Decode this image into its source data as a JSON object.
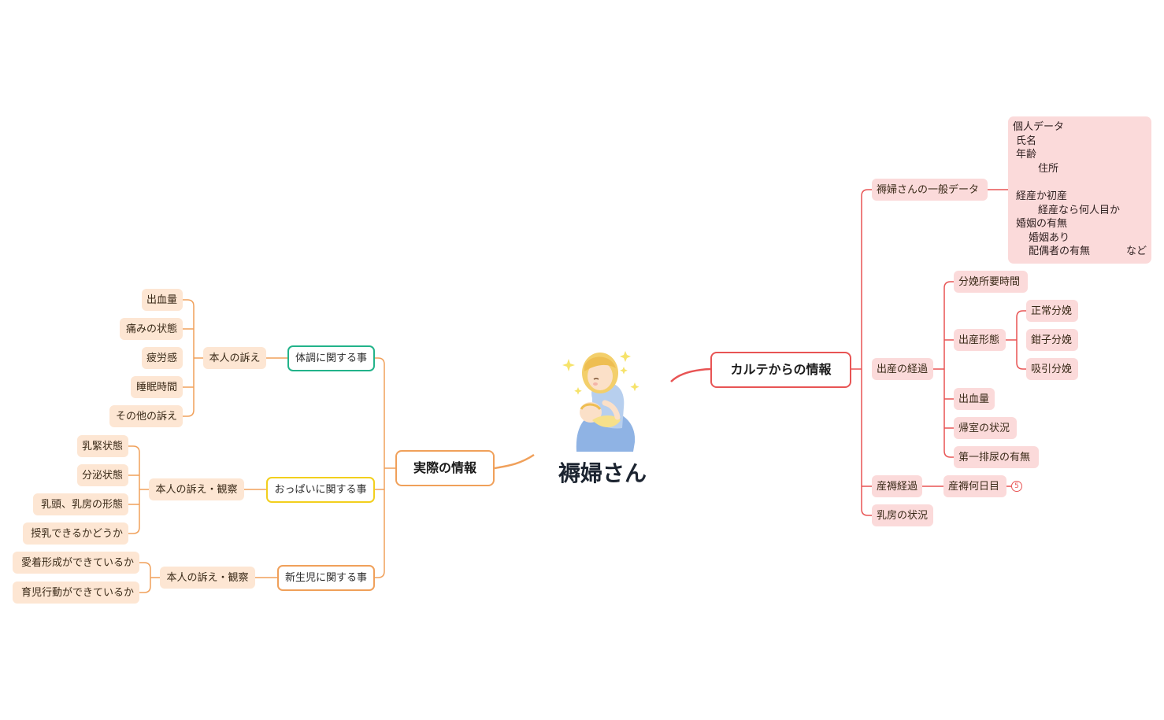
{
  "root": {
    "label": "褥婦さん"
  },
  "left_branch": {
    "label": "実際の情報",
    "groups": [
      {
        "label": "体調に関する事",
        "sub": "本人の訴え",
        "items": [
          "出血量",
          "痛みの状態",
          "疲労感",
          "睡眠時間",
          "その他の訴え"
        ]
      },
      {
        "label": "おっぱいに関する事",
        "sub": "本人の訴え・観察",
        "items": [
          "乳緊状態",
          "分泌状態",
          "乳頭、乳房の形態",
          "授乳できるかどうか"
        ]
      },
      {
        "label": "新生児に関する事",
        "sub": "本人の訴え・観察",
        "items": [
          "愛着形成ができているか",
          "育児行動ができているか"
        ]
      }
    ]
  },
  "right_branch": {
    "label": "カルテからの情報",
    "general": {
      "label": "褥婦さんの一般データ",
      "note_lines": [
        {
          "indent": 0,
          "text": "個人データ"
        },
        {
          "indent": 1,
          "text": "氏名"
        },
        {
          "indent": 1,
          "text": "年齢"
        },
        {
          "indent": 3,
          "text": "住所"
        },
        {
          "indent": 0,
          "text": ""
        },
        {
          "indent": 1,
          "text": "経産か初産"
        },
        {
          "indent": 3,
          "text": "経産なら何人目か"
        },
        {
          "indent": 1,
          "text": "婚姻の有無"
        },
        {
          "indent": 2,
          "text": "婚姻あり"
        },
        {
          "indent": 2,
          "text": "配偶者の有無",
          "tail": "など"
        }
      ]
    },
    "delivery": {
      "label": "出産の経過",
      "items": [
        "分娩所要時間",
        "出産形態",
        "出血量",
        "帰室の状況",
        "第一排尿の有無"
      ],
      "forms": [
        "正常分娩",
        "鉗子分娩",
        "吸引分娩"
      ]
    },
    "puerperium": {
      "label": "産褥経過",
      "child": "産褥何日目",
      "badge": "5"
    },
    "breast": {
      "label": "乳房の状況"
    }
  }
}
